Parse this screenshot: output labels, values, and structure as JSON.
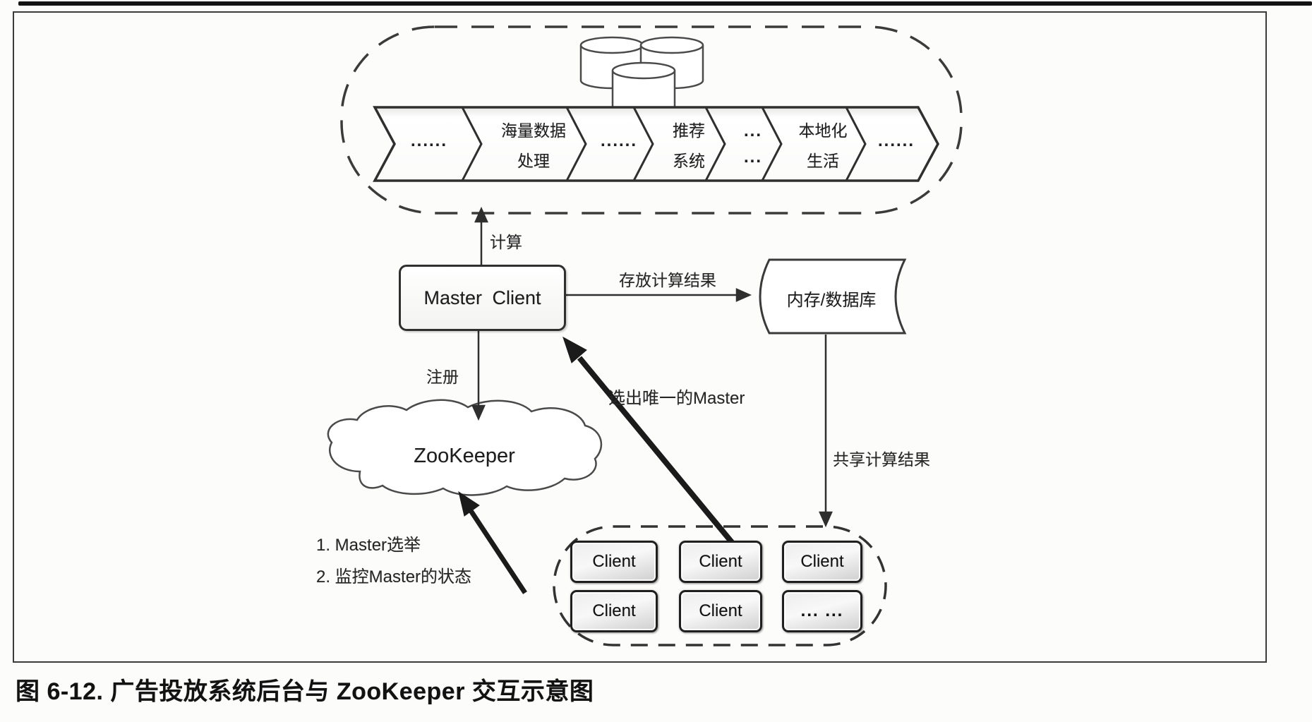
{
  "window": {
    "caption": "图 6-12.  广告投放系统后台与 ZooKeeper 交互示意图"
  },
  "colors": {
    "ink": "#2f2f2f",
    "thick_ink": "#1b1b1b",
    "dash": "#3b3b3b",
    "paper": "#fcfcfb"
  },
  "business_layer": {
    "segments": [
      {
        "line1": "......",
        "line2": ""
      },
      {
        "line1": "海量数据",
        "line2": "处理"
      },
      {
        "line1": "......",
        "line2": ""
      },
      {
        "line1": "推荐",
        "line2": "系统"
      },
      {
        "line1": "...",
        "line2": "..."
      },
      {
        "line1": "本地化",
        "line2": "生活"
      },
      {
        "line1": "......",
        "line2": ""
      }
    ]
  },
  "nodes": {
    "master_client": "Master Client",
    "storage": "内存/数据库",
    "zookeeper": "ZooKeeper",
    "clients": [
      "Client",
      "Client",
      "Client",
      "Client",
      "Client",
      "... ..."
    ]
  },
  "edges": {
    "compute": "计算",
    "store": "存放计算结果",
    "register": "注册",
    "elect": "选出唯一的Master",
    "share": "共享计算结果",
    "note1": "1. Master选举",
    "note2": "2. 监控Master的状态"
  }
}
